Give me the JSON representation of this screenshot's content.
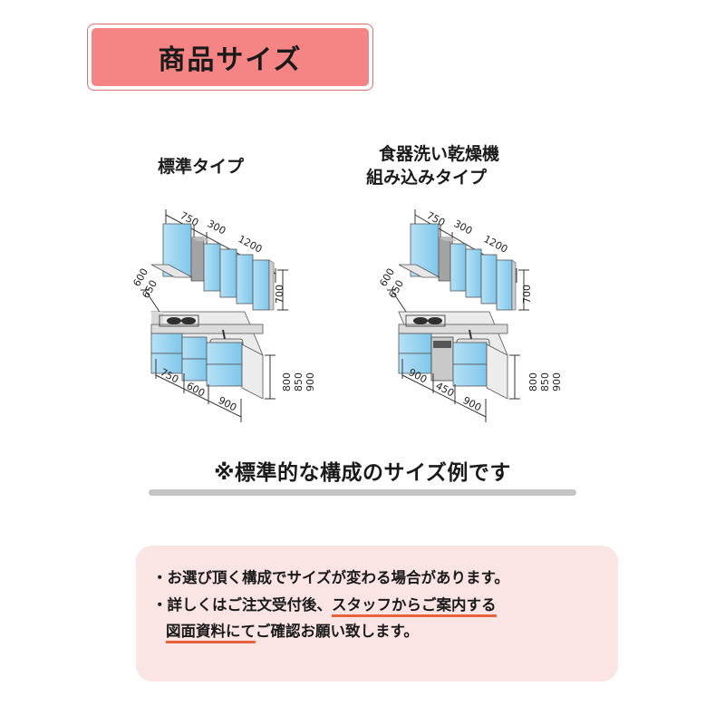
{
  "header": {
    "title": "商品サイズ"
  },
  "types": {
    "standard": {
      "label": "標準タイプ"
    },
    "dishwasher": {
      "label_line1": "食器洗い乾燥機",
      "label_line2": "組み込みタイプ"
    }
  },
  "diagram_standard": {
    "upper_widths": [
      "750",
      "300",
      "1200"
    ],
    "upper_height": "700",
    "depths": [
      "600",
      "650"
    ],
    "base_widths": [
      "750",
      "600",
      "900"
    ],
    "base_heights": [
      "800",
      "850",
      "900"
    ]
  },
  "diagram_dishwasher": {
    "upper_widths": [
      "750",
      "300",
      "1200"
    ],
    "upper_height": "700",
    "depths": [
      "600",
      "650"
    ],
    "base_widths": [
      "900",
      "450",
      "900"
    ],
    "base_heights": [
      "800",
      "850",
      "900"
    ]
  },
  "note": {
    "text": "※標準的な構成のサイズ例です"
  },
  "info": {
    "bullet": "・",
    "line1": "お選び頂く構成でサイズが変わる場合があります。",
    "line2_plain": "詳しくはご注文受付後、",
    "line2_underlined": "スタッフからご案内する",
    "line3_underlined": "図面資料にて",
    "line3_plain": "ご確認お願い致します。"
  },
  "colors": {
    "title_bg": "#f48584",
    "title_border": "#e26f6f",
    "cabinet_blue": "#8fd0ee",
    "info_bg": "#fbe5e4",
    "underline": "#e8633a",
    "divider": "#c4c4c4"
  }
}
